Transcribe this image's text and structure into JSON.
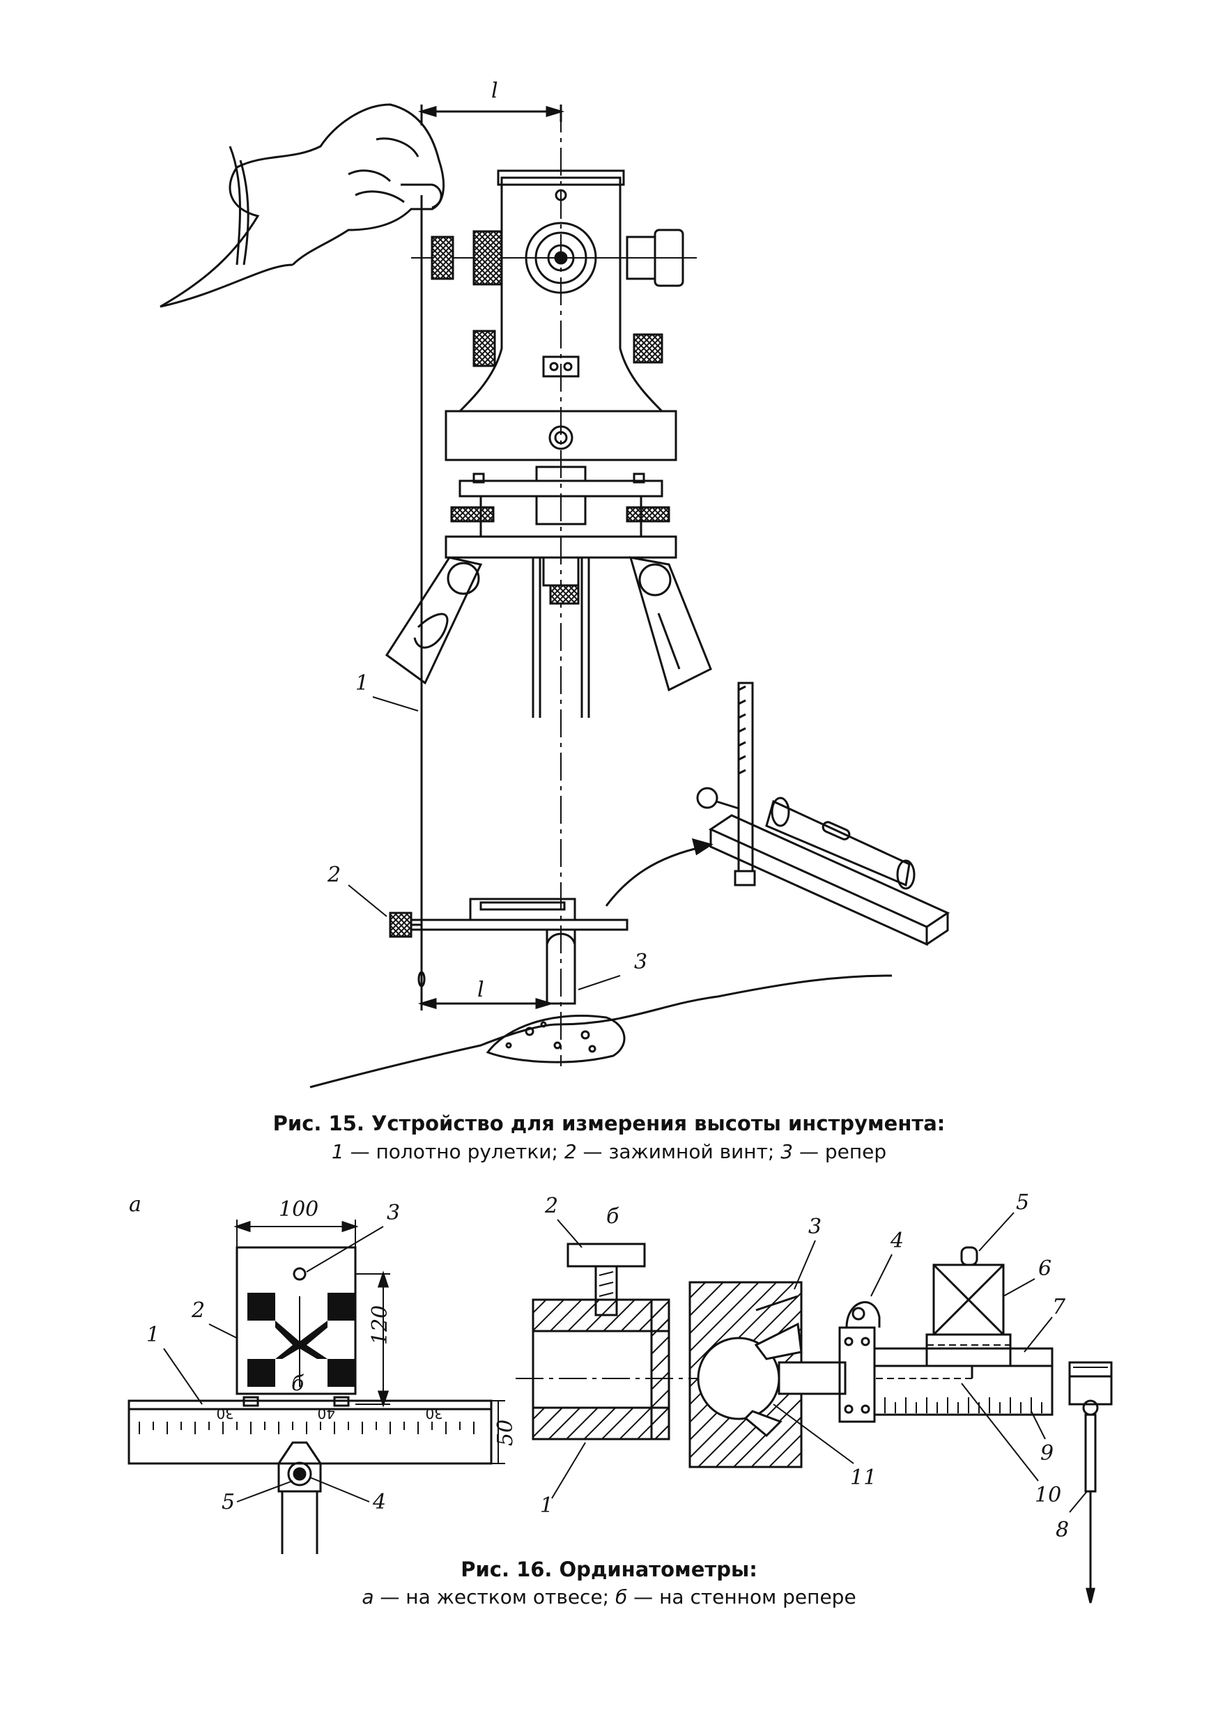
{
  "fig15": {
    "title": "Рис. 15. Устройство для измерения высоты инструмента:",
    "legend": [
      {
        "num": "1",
        "text": " — полотно рулетки; "
      },
      {
        "num": "2",
        "text": " — зажимной винт; "
      },
      {
        "num": "3",
        "text": " — репер"
      }
    ],
    "labels": {
      "dim_top": "l",
      "dim_bottom": "l",
      "n1": "1",
      "n2": "2",
      "n3": "3"
    }
  },
  "fig16": {
    "title": "Рис. 16. Ординатометры:",
    "legend": [
      {
        "num": "а",
        "text": " — на жестком отвесе; "
      },
      {
        "num": "б",
        "text": " — на стенном репере"
      }
    ],
    "part_a": {
      "letter": "а",
      "dim_width": "100",
      "dim_height": "120",
      "dim_scale": "50",
      "scale_marks": [
        "30",
        "40",
        "30"
      ],
      "inner_letter": "б",
      "labels": [
        "1",
        "2",
        "3",
        "4",
        "5"
      ]
    },
    "part_b": {
      "letter": "б",
      "labels": [
        "1",
        "2",
        "3",
        "4",
        "5",
        "6",
        "7",
        "8",
        "9",
        "10",
        "11"
      ]
    }
  },
  "colors": {
    "ink": "#111111",
    "paper": "#ffffff"
  }
}
